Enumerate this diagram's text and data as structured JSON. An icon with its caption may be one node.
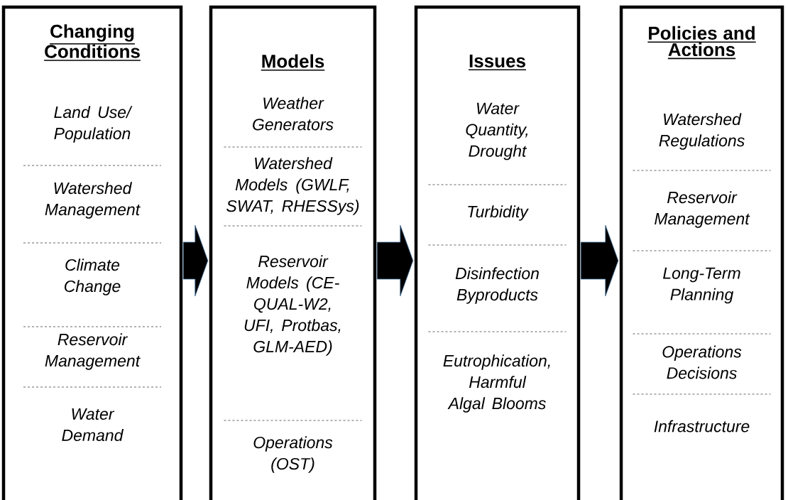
{
  "diagram": {
    "nodes": [
      {
        "text": [
          "Changing Conditions",
          "Land Use/ Population",
          "Watershed Management",
          "Climate Change",
          "Reservoir Management",
          "Water Demand"
        ]
      },
      {
        "text": [
          "Models",
          "Weather Generators",
          "Watershed Models (GWLF, SWAT, RHESSys)",
          "Reservoir Models (CE-QUAL-W2, UFI, Protbas, GLM-AED)",
          "Operations (OST)"
        ]
      },
      {
        "text": [
          "Issues",
          "Water Quantity, Drought",
          "Turbidity",
          "Disinfection Byproducts",
          "Eutrophication, Harmful Algal Blooms"
        ]
      },
      {
        "text": [
          "Policies and Actions",
          "Watershed Regulations",
          "Reservoir Management",
          "Long-Term Planning",
          "Operations Decisions",
          "Infrastructure"
        ]
      }
    ],
    "edges": [
      {
        "from": 0,
        "to": 1,
        "arrow": "to"
      },
      {
        "from": 1,
        "to": 2,
        "arrow": "to"
      },
      {
        "from": 2,
        "to": 3,
        "arrow": "to"
      }
    ]
  }
}
